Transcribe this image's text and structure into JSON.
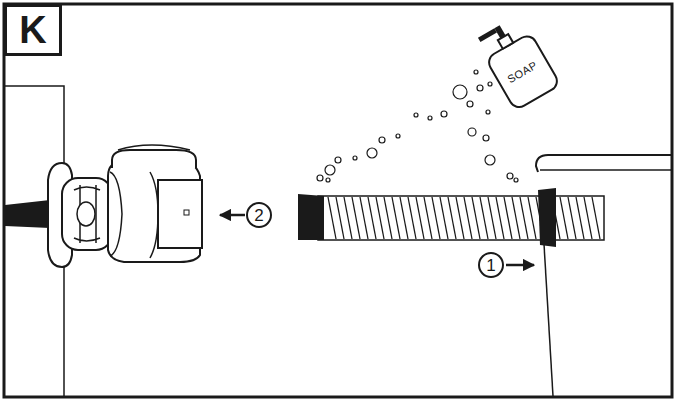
{
  "diagram": {
    "nodes": [
      {
        "text": [
          "K"
        ]
      }
    ],
    "labels": [
      "SOAP",
      "1",
      "2"
    ]
  }
}
